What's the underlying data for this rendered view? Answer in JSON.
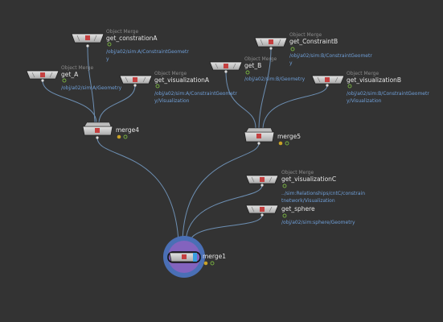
{
  "app": {
    "context": "Houdini network editor"
  },
  "colors": {
    "background": "#333333",
    "wire": "#6d8fb3",
    "node_body": "#d0d0d0",
    "node_accent": "#c44040",
    "flag_yellow": "#c9a227",
    "flag_green": "#79b341",
    "path_text": "#6f9fd8",
    "type_text": "#8a8a8a",
    "name_text": "#e6e6e6",
    "selection_ring": "#4a6fb5",
    "display_highlight": "#8d62bf",
    "render_flag": "#3a9de0"
  },
  "nodes": {
    "get_constrationA": {
      "type": "Object Merge",
      "name": "get_constrationA",
      "path_line1": "/obj/a02/sim:A/ConstraintGeometr",
      "path_line2": "y"
    },
    "get_A": {
      "type": "Object Merge",
      "name": "get_A",
      "path_line1": "/obj/a02/sim:A/Geometry"
    },
    "get_visualizationA": {
      "type": "Object Merge",
      "name": "get_visualizationA",
      "path_line1": "/obj/a02/sim:A/ConstraintGeometr",
      "path_line2": "y/Visualization"
    },
    "merge4": {
      "name": "merge4"
    },
    "get_ConstraintB": {
      "type": "Object Merge",
      "name": "get_ConstraintB",
      "path_line1": "/obj/a02/sim:B/ConstraintGeometr",
      "path_line2": "y"
    },
    "get_B": {
      "type": "Object Merge",
      "name": "get_B",
      "path_line1": "/obj/a02/sim:B/Geometry"
    },
    "get_visualizationB": {
      "type": "Object Merge",
      "name": "get_visualizationB",
      "path_line1": "/obj/a02/sim:B/ConstraintGeometr",
      "path_line2": "y/Visualization"
    },
    "merge5": {
      "name": "merge5"
    },
    "get_visualizationC": {
      "type": "Object Merge",
      "name": "get_visualizationC",
      "path_line1": "../sim:Relationships/cntC/constrain",
      "path_line2": "tnetwork/Visualization"
    },
    "get_sphere": {
      "name": "get_sphere",
      "path_line1": "/obj/a02/sim:sphere/Geometry"
    },
    "merge1": {
      "name": "merge1"
    }
  }
}
